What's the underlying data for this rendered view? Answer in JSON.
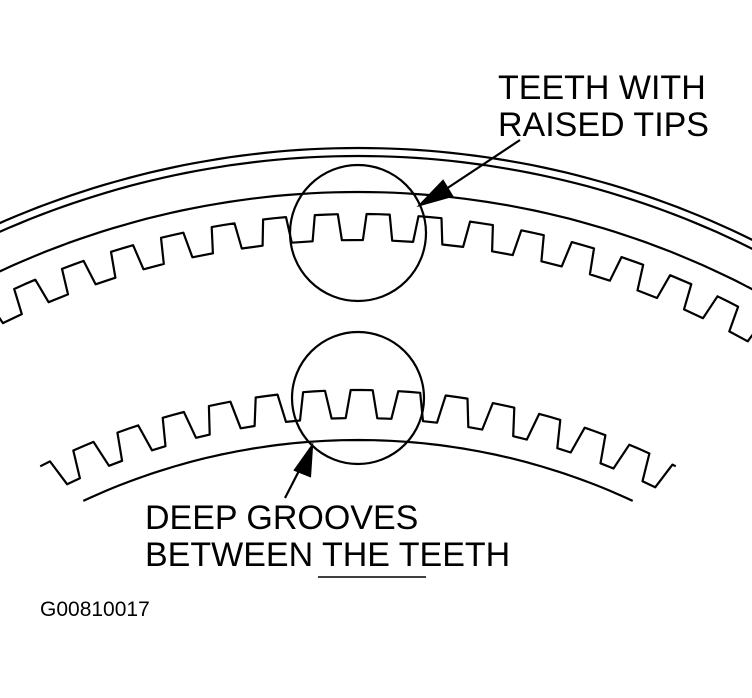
{
  "labels": {
    "top": {
      "line1": "TEETH WITH",
      "line2": "RAISED TIPS"
    },
    "bottom": {
      "line1": "DEEP GROOVES",
      "line2": "BETWEEN THE TEETH"
    }
  },
  "figure_id": "G00810017",
  "colors": {
    "ink": "#000000",
    "paper": "#ffffff"
  }
}
